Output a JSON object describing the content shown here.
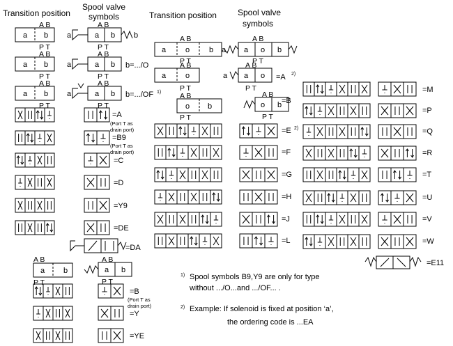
{
  "headings": {
    "transition_left": "Transition  position",
    "spool_left_1": "Spool valve",
    "spool_left_2": "symbols",
    "transition_mid": "Transition position",
    "spool_mid_1": "Spool valve",
    "spool_mid_2": "symbols"
  },
  "ports": {
    "ab": "A B",
    "pt": "P T",
    "a": "a",
    "b": "b",
    "o": "o"
  },
  "codes": {
    "o_two": "b=.../O",
    "of_two": "b=.../OF",
    "of_sup": "1)",
    "A": "=A",
    "B9": "=B9",
    "C": "=C",
    "D": "=D",
    "Y9": "=Y9",
    "DE": "=DE",
    "DA": "=DA",
    "B": "=B",
    "Y": "=Y",
    "YE": "=YE",
    "A_mid": "=A",
    "A_mid_sup": "2)",
    "B_mid": "=B",
    "E": "=E",
    "E_sup": "2)",
    "F": "=F",
    "G": "=G",
    "H": "=H",
    "J": "=J",
    "L": "=L",
    "M": "=M",
    "P": "=P",
    "Q": "=Q",
    "R": "=R",
    "T": "=T",
    "U": "=U",
    "V": "=V",
    "W": "=W",
    "E11": "=E11"
  },
  "drain_note": [
    "(Port T as",
    "drain port)"
  ],
  "footnotes": {
    "n1_mark": "1)",
    "n1_line1": "Spool symbols B9,Y9 are only for type",
    "n1_line2": "without .../O...and .../OF...  .",
    "n2_mark": "2)",
    "n2_line1": "Example: If solenoid is  fixed at position ‘a’,",
    "n2_line2": "the ordering code is ...EA"
  }
}
